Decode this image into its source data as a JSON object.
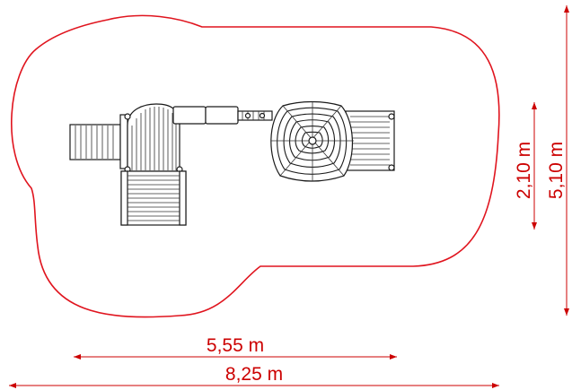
{
  "dimensions": {
    "inner_width": "5,55 m",
    "outer_width": "8,25 m",
    "inner_depth": "2,10 m",
    "outer_depth": "5,10 m"
  },
  "colors": {
    "safety_zone": "#e0141e",
    "dimension": "#cc0000",
    "equipment": "#1a1a1a"
  }
}
